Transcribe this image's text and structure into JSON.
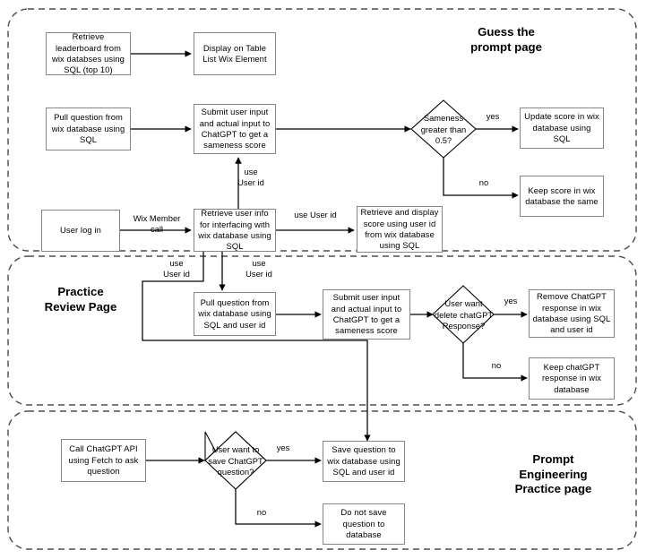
{
  "diagram": {
    "title": "Wix + ChatGPT application flowchart",
    "background": "#ffffff",
    "node_border_color": "#868686",
    "line_color": "#000000",
    "group_border_color": "#4d4d4d"
  },
  "groups": [
    {
      "id": "guess",
      "title": "Guess the\nprompt page"
    },
    {
      "id": "practice",
      "title": "Practice\nReview Page"
    },
    {
      "id": "prompt",
      "title": "Prompt\nEngineering\nPractice page"
    }
  ],
  "nodes": [
    {
      "id": "retrieve-leaderboard",
      "shape": "box",
      "text": "Retrieve leaderboard from wix databses using SQL (top 10)"
    },
    {
      "id": "display-table-list",
      "shape": "box",
      "text": "Display on Table List Wix Element"
    },
    {
      "id": "pull-question",
      "shape": "box",
      "text": "Pull question  from wix database using SQL"
    },
    {
      "id": "submit-input-guess",
      "shape": "box",
      "text": "Submit user input and actual input to ChatGPT to get a sameness score"
    },
    {
      "id": "sameness-decision",
      "shape": "diamond",
      "text": "Sameness greater than 0.5?"
    },
    {
      "id": "update-score",
      "shape": "box",
      "text": "Update score in wix database using SQL"
    },
    {
      "id": "keep-score",
      "shape": "box",
      "text": "Keep score in wix database the same"
    },
    {
      "id": "user-log-in",
      "shape": "box",
      "text": "User log in"
    },
    {
      "id": "retrieve-user-info",
      "shape": "box",
      "text": "Retrieve user info for interfacing with wix database using SQL"
    },
    {
      "id": "retrieve-display-score",
      "shape": "box",
      "text": "Retrieve and display score using user id from wix database using SQL"
    },
    {
      "id": "pull-question-userid",
      "shape": "box",
      "text": "Pull question  from wix database using SQL and user id"
    },
    {
      "id": "submit-input-practice",
      "shape": "box",
      "text": "Submit user input and actual input to ChatGPT to get a sameness score"
    },
    {
      "id": "delete-decision",
      "shape": "diamond",
      "text": "User want delete chatGPT Response?"
    },
    {
      "id": "remove-chatgpt-response",
      "shape": "box",
      "text": "Remove ChatGPT response in wix database using SQL and user id"
    },
    {
      "id": "keep-chatgpt-response",
      "shape": "box",
      "text": "Keep chatGPT response in wix database"
    },
    {
      "id": "call-chatgpt-api",
      "shape": "box",
      "text": "Call ChatGPT API using Fetch to ask question"
    },
    {
      "id": "save-decision",
      "shape": "diamond",
      "text": "User want to save ChatGPT question?"
    },
    {
      "id": "save-question",
      "shape": "box",
      "text": "Save question to wix database using SQL and user id"
    },
    {
      "id": "do-not-save-question",
      "shape": "box",
      "text": "Do not save question to database"
    }
  ],
  "edge_labels": [
    {
      "id": "use-userid-guess",
      "text": "use\nUser id"
    },
    {
      "id": "wix-member-call",
      "text": "Wix Member\ncall"
    },
    {
      "id": "use-userid-right",
      "text": "use User id"
    },
    {
      "id": "use-userid-left",
      "text": "use\nUser id"
    },
    {
      "id": "use-userid-practice",
      "text": "use\nUser id"
    },
    {
      "id": "yes-sameness",
      "text": "yes"
    },
    {
      "id": "no-sameness",
      "text": "no"
    },
    {
      "id": "yes-delete",
      "text": "yes"
    },
    {
      "id": "no-delete",
      "text": "no"
    },
    {
      "id": "yes-save",
      "text": "yes"
    },
    {
      "id": "no-save",
      "text": "no"
    }
  ]
}
